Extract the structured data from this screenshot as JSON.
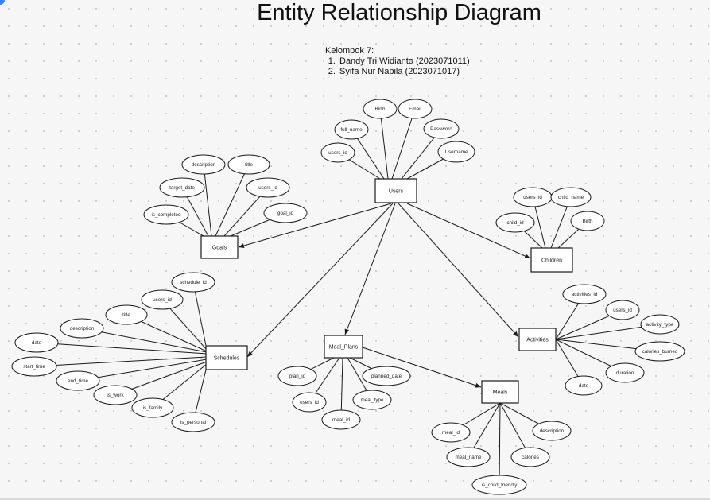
{
  "title": "Entity Relationship Diagram",
  "group": {
    "heading": "Kelompok 7:",
    "members": [
      "Dandy Tri Widianto (2023071011)",
      "Syifa Nur Nabila (2023071017)"
    ]
  },
  "entities": {
    "users": "Users",
    "goals": "Goals",
    "children": "Children",
    "schedules": "Schedules",
    "meal_plans": "Meal_Plans",
    "activities": "Activities",
    "meals": "Meals"
  },
  "attributes": {
    "users": [
      "Birth",
      "Email",
      "full_name",
      "Password",
      "users_id",
      "Username"
    ],
    "goals": [
      "description",
      "title",
      "target_date",
      "users_id",
      "is_completed",
      "goal_id"
    ],
    "children": [
      "users_id",
      "child_name",
      "child_id",
      "Birth"
    ],
    "schedules": [
      "schedule_id",
      "users_id",
      "title",
      "description",
      "date",
      "start_time",
      "end_time",
      "is_work",
      "is_family",
      "is_personal"
    ],
    "meal_plans": [
      "plan_id",
      "planned_date",
      "users_id",
      "meal_type",
      "meal_id"
    ],
    "activities": [
      "activities_id",
      "users_id",
      "activity_type",
      "calories_burned",
      "duration",
      "date"
    ],
    "meals": [
      "meal_id",
      "description",
      "meal_name",
      "calories",
      "is_child_friendly"
    ]
  }
}
